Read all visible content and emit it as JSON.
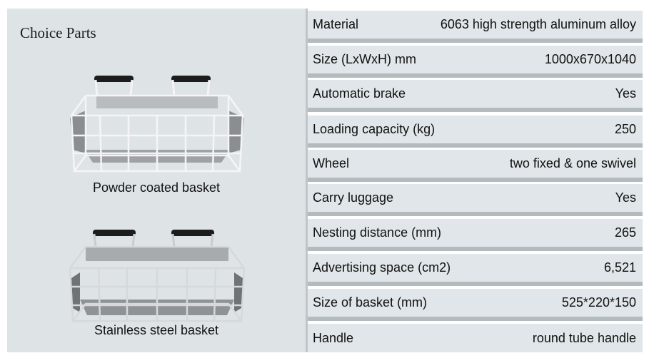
{
  "left_panel": {
    "title": "Choice Parts",
    "items": [
      {
        "caption": "Powder coated basket"
      },
      {
        "caption": "Stainless steel basket"
      }
    ]
  },
  "specs": [
    {
      "label": "Material",
      "value": "6063 high strength aluminum alloy"
    },
    {
      "label": "Size (LxWxH) mm",
      "value": "1000x670x1040"
    },
    {
      "label": "Automatic brake",
      "value": "Yes"
    },
    {
      "label": "Loading capacity (kg)",
      "value": "250"
    },
    {
      "label": "Wheel",
      "value": "two fixed & one swivel"
    },
    {
      "label": "Carry luggage",
      "value": "Yes"
    },
    {
      "label": "Nesting distance (mm)",
      "value": "265"
    },
    {
      "label": "Advertising space (cm2)",
      "value": "6,521"
    },
    {
      "label": "Size of basket (mm)",
      "value": "525*220*150"
    },
    {
      "label": "Handle",
      "value": "round tube handle"
    }
  ]
}
